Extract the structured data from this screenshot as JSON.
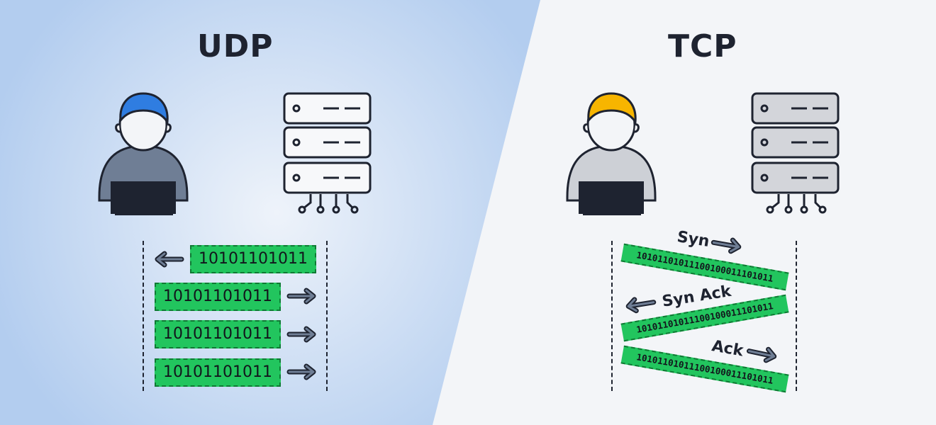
{
  "udp": {
    "title": "UDP",
    "packets": [
      {
        "bits": "10101101011",
        "direction": "left"
      },
      {
        "bits": "10101101011",
        "direction": "right"
      },
      {
        "bits": "10101101011",
        "direction": "right"
      },
      {
        "bits": "10101101011",
        "direction": "right"
      }
    ],
    "person_hair_color": "#2f7de1"
  },
  "tcp": {
    "title": "TCP",
    "handshake": [
      {
        "label": "Syn",
        "bits": "10101101011100100011101011",
        "direction": "right"
      },
      {
        "label": "Syn Ack",
        "bits": "10101101011100100011101011",
        "direction": "left"
      },
      {
        "label": "Ack",
        "bits": "10101101011100100011101011",
        "direction": "right"
      }
    ],
    "person_hair_color": "#f7b500"
  },
  "colors": {
    "udp_background": "#b9d1f0",
    "tcp_background": "#f3f5f8",
    "packet_green": "#22c55e",
    "text_dark": "#1e2330"
  }
}
